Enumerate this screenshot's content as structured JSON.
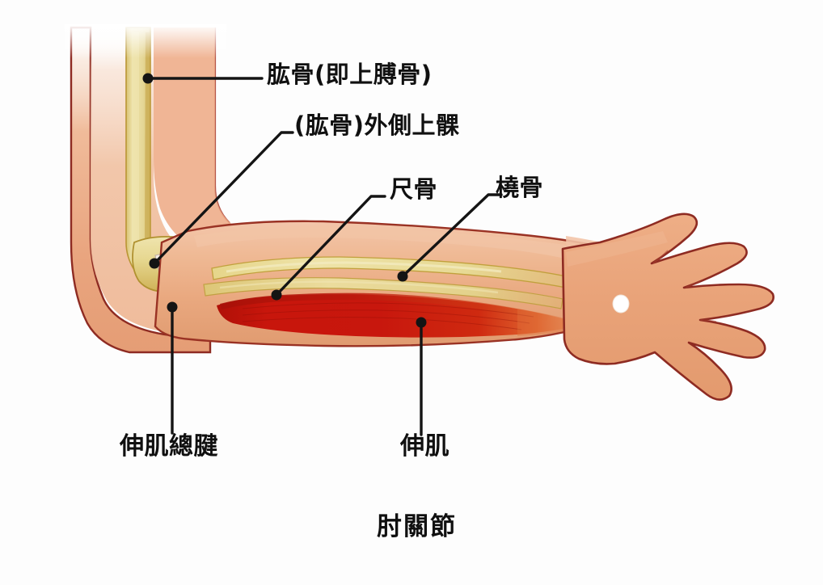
{
  "figure": {
    "title": "肘關節",
    "subject": "elbow-joint-anatomy-diagram",
    "background_color": "#fdfdfd"
  },
  "labels": [
    {
      "id": "humerus",
      "text": "肱骨(即上膊骨)",
      "leader": "horizontal"
    },
    {
      "id": "epicondyle",
      "text": "(肱骨)外側上髁",
      "leader": "diagonal"
    },
    {
      "id": "ulna",
      "text": "尺骨",
      "leader": "diagonal"
    },
    {
      "id": "radius",
      "text": "橈骨",
      "leader": "diagonal"
    },
    {
      "id": "tendon",
      "text": "伸肌總腱",
      "leader": "vertical"
    },
    {
      "id": "extensor",
      "text": "伸肌",
      "leader": "vertical"
    }
  ],
  "colors": {
    "skin_light": "#f3cdb4",
    "skin_mid": "#e8a87f",
    "skin_dark": "#dd9468",
    "skin_outline": "#8e2b22",
    "bone_light": "#efe4b0",
    "bone_mid": "#e0cf86",
    "bone_dark": "#c9ab4e",
    "bone_outline": "#a98a33",
    "muscle_red": "#c4170f",
    "muscle_red_dark": "#9e1209",
    "muscle_orange": "#e2622a",
    "tendon_white": "#efe6df",
    "leader_line": "#141414",
    "text": "#101010",
    "hand_dot": "#ffffff"
  },
  "anatomy_parts": [
    {
      "name": "upper-arm",
      "type": "skin"
    },
    {
      "name": "humerus-bone",
      "type": "bone"
    },
    {
      "name": "lateral-epicondyle",
      "type": "bone"
    },
    {
      "name": "forearm",
      "type": "skin"
    },
    {
      "name": "ulna-bone",
      "type": "bone"
    },
    {
      "name": "radius-bone",
      "type": "bone"
    },
    {
      "name": "common-extensor-tendon",
      "type": "tendon"
    },
    {
      "name": "extensor-muscle",
      "type": "muscle"
    },
    {
      "name": "hand",
      "type": "skin"
    },
    {
      "name": "hand-marker-dot",
      "type": "marker"
    }
  ]
}
